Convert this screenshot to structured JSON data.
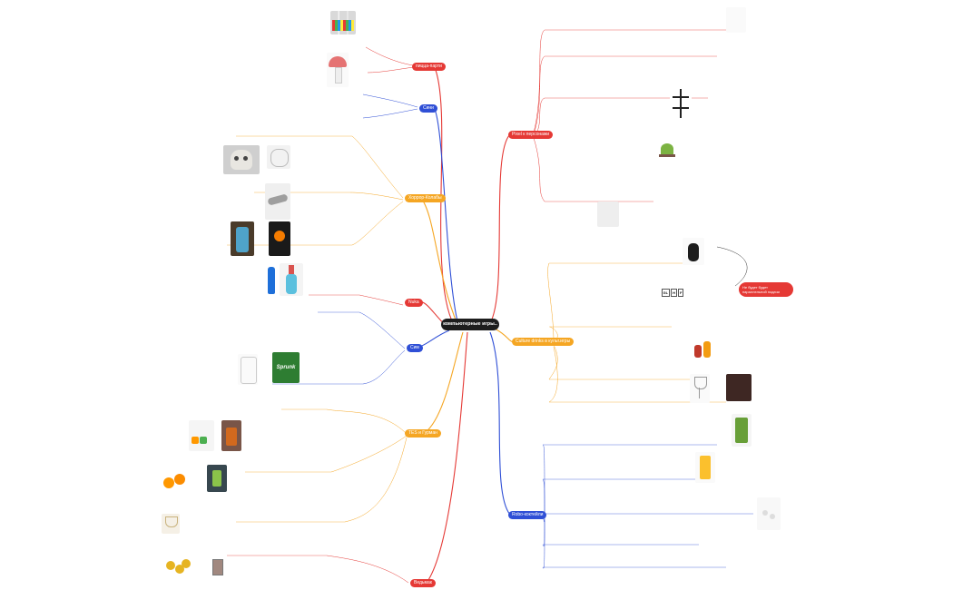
{
  "central_topic": "компьютерные игры..",
  "branches": {
    "pizza_drinks": "пицца-парти",
    "sand": "Сини",
    "horror_drinks": "Хоррор-Колабы",
    "nuka": "Nuka",
    "sims": "Сим",
    "tes_gurman": "TES и Гурман",
    "pixel": "Pixel к персонажи",
    "culture": "Culture drinks в культ.игры",
    "robo": "Robo-коктейли",
    "idea": "Не будет будет параллельной подачи",
    "witcher": "Ведьмак"
  },
  "images": {
    "candy": "candy-jars",
    "mushroom": "mushroom-lamp",
    "skull_mug": "skull-mug",
    "skull_glass": "skull-glass",
    "cloth": "cloth",
    "blue_cocktail": "blue-cocktail",
    "glow_drink": "glow-drink",
    "blue_bottle": "blue-bottle",
    "nuka_bottle": "nuka-bottle",
    "jar_glass": "glass-jar",
    "sprunk": "sprunk-logo",
    "jelly_shots": "jelly-shots",
    "copper_mug": "copper-mug",
    "oranges": "oranges",
    "herb": "herb-drink",
    "goblet": "goblet",
    "coins": "coins",
    "tea_glass": "tea-glass",
    "bottle_top": "bottle-top",
    "plant": "plant",
    "cup_stand": "cup-stand",
    "grenade": "grenade-bottle",
    "keys": "keys",
    "flasks": "flasks",
    "wine_glass": "wine-glass",
    "person": "person",
    "can": "can",
    "cocktail_yellow": "cocktail-yellow",
    "dots": "dots"
  },
  "key_labels": [
    "GL",
    "H",
    "F"
  ],
  "sprunk_text": "Sprunk",
  "colors": {
    "red": "#e53935",
    "blue": "#2f4fd6",
    "orange": "#f5a623"
  }
}
